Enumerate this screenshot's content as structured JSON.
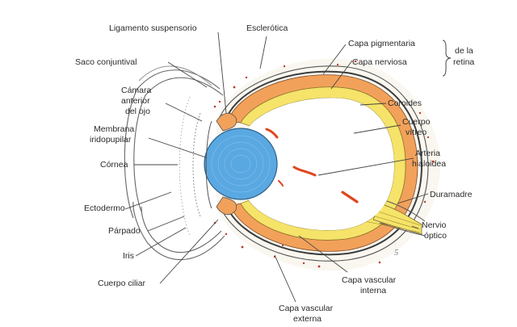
{
  "colors": {
    "background": "#ffffff",
    "sclera_fill": "#fbf8f2",
    "retina_outer": "#f2a15a",
    "retina_inner": "#f5e36a",
    "lens": "#5aa8e2",
    "vessel": "#e0451f",
    "dots": "#c0392b",
    "choroid_line": "#3d3d3d"
  },
  "labels": {
    "ligamento_suspensorio": "Ligamento suspensorio",
    "esclerotica": "Esclerótica",
    "capa_pigmentaria": "Capa pigmentaria",
    "capa_nerviosa": "Capa nerviosa",
    "de_la": "de la",
    "retina": "retina",
    "saco_conjuntival": "Saco conjuntival",
    "camara_line1": "Cámara",
    "camara_line2": "anterior",
    "camara_line3": "del ojo",
    "coroides": "Coroides",
    "membrana_line1": "Membrana",
    "membrana_line2": "iridopupilar",
    "cuerpo_vitreo_line1": "Cuerpo",
    "cuerpo_vitreo_line2": "vítreo",
    "arteria_line1": "Arteria",
    "arteria_line2": "hialoidea",
    "cornea": "Córnea",
    "duramadre": "Duramadre",
    "ectodermo": "Ectodermo",
    "nervio_line1": "Nervio",
    "nervio_line2": "óptico",
    "parpado": "Párpado",
    "iris": "Iris",
    "cuerpo_ciliar": "Cuerpo ciliar",
    "capa_vascular_interna_line1": "Capa vascular",
    "capa_vascular_interna_line2": "interna",
    "capa_vascular_externa_line1": "Capa vascular",
    "capa_vascular_externa_line2": "externa",
    "figure_mark": "5"
  }
}
